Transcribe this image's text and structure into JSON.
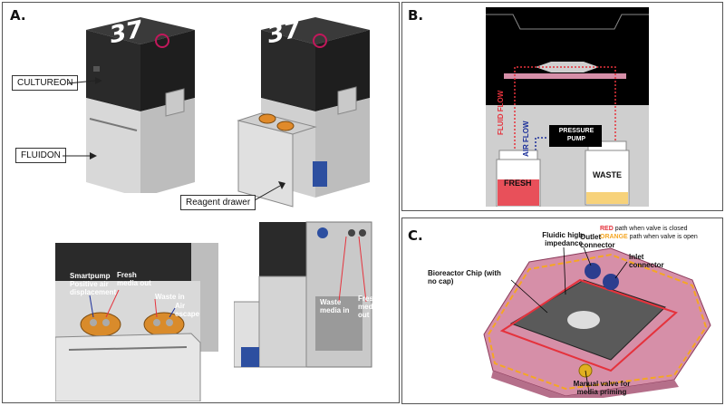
{
  "panels": {
    "a": {
      "label": "A."
    },
    "b": {
      "label": "B."
    },
    "c": {
      "label": "C."
    }
  },
  "panel_a": {
    "device_number": "37",
    "callouts": {
      "cultureon": "CULTUREON",
      "fluidon": "FLUIDON",
      "reagent_drawer": "Reagent drawer"
    },
    "detail_left": {
      "smartpump": "Smartpump Positive air displacement",
      "fresh_media_out": "Fresh media out",
      "waste_in": "Waste in",
      "air_escape": "Air escape"
    },
    "detail_right": {
      "waste_media_in": "Waste media in",
      "fresh_media_out": "Fresh media out"
    }
  },
  "panel_b": {
    "fluid_flow": "FLUID FLOW",
    "air_flow": "AIR FLOW",
    "pressure_pump": "PRESSURE PUMP",
    "fresh": "FRESH",
    "waste": "WASTE"
  },
  "panel_c": {
    "legend": {
      "red_word": "RED",
      "red_text": " path when valve is closed",
      "orange_word": "ORANGE",
      "orange_text": " path when valve is open"
    },
    "labels": {
      "fluidic_impedance": "Fluidic high-impedance",
      "outlet_connector": "Outlet connector",
      "inlet_connector": "Inlet connector",
      "bioreactor_chip": "Bioreactor Chip (with no cap)",
      "manual_valve": "Manual valve for media priming"
    }
  },
  "colors": {
    "device_dark": "#2a2a2a",
    "device_body": "#d6d6d6",
    "fluid_red": "#e5323c",
    "air_blue": "#1b2f9a",
    "orange_path": "#f5a623",
    "chip_pink": "#d68fa8",
    "connector_blue": "#2c3e8f",
    "fresh_fill": "#e8505a",
    "waste_fill": "#f7d27a"
  }
}
